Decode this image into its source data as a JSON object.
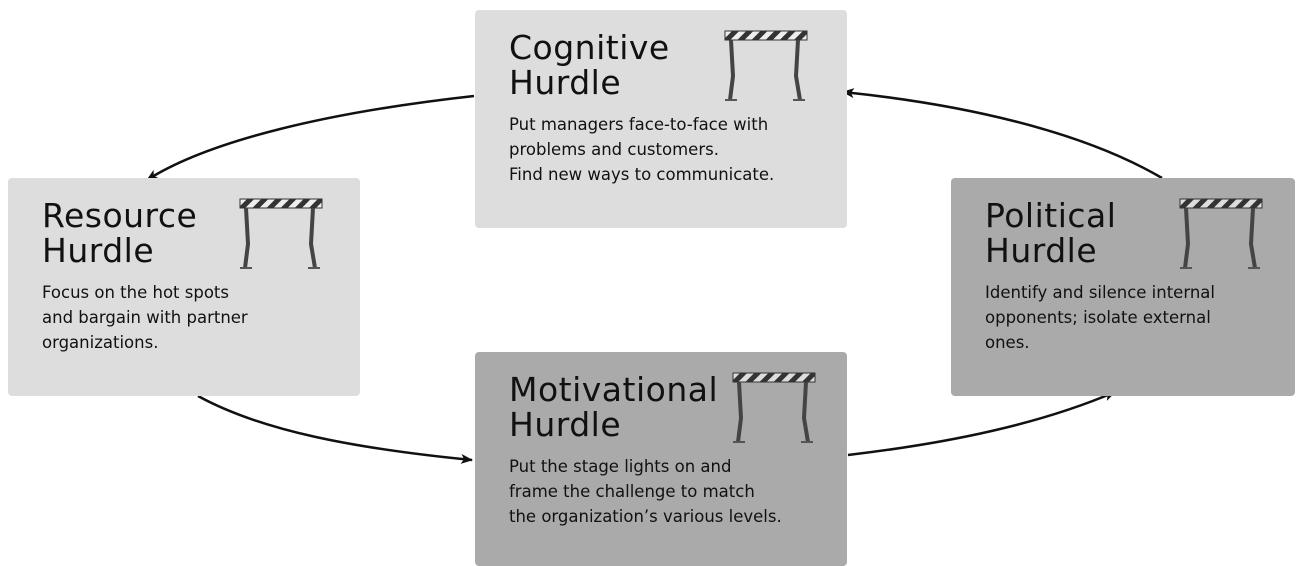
{
  "cards": {
    "cognitive": {
      "title_line1": "Cognitive",
      "title_line2": "Hurdle",
      "desc_lines": [
        "Put managers face-to-face with",
        "problems and customers.",
        "Find new ways to communicate."
      ],
      "icon": "hurdle-barrier-icon"
    },
    "resource": {
      "title_line1": "Resource",
      "title_line2": "Hurdle",
      "desc_lines": [
        "Focus on the hot spots",
        "and bargain with partner",
        "organizations."
      ],
      "icon": "hurdle-barrier-icon"
    },
    "political": {
      "title_line1": "Political",
      "title_line2": "Hurdle",
      "desc_lines": [
        "Identify and silence internal",
        "opponents; isolate external",
        "ones."
      ],
      "icon": "hurdle-barrier-icon"
    },
    "motivational": {
      "title_line1": "Motivational",
      "title_line2": "Hurdle",
      "desc_lines": [
        "Put the stage lights on and",
        "frame the challenge to match",
        "the organization’s various levels."
      ],
      "icon": "hurdle-barrier-icon"
    }
  },
  "colors": {
    "light_card": "#dddddd",
    "dark_card": "#aaaaaa",
    "arrow": "#111111"
  }
}
